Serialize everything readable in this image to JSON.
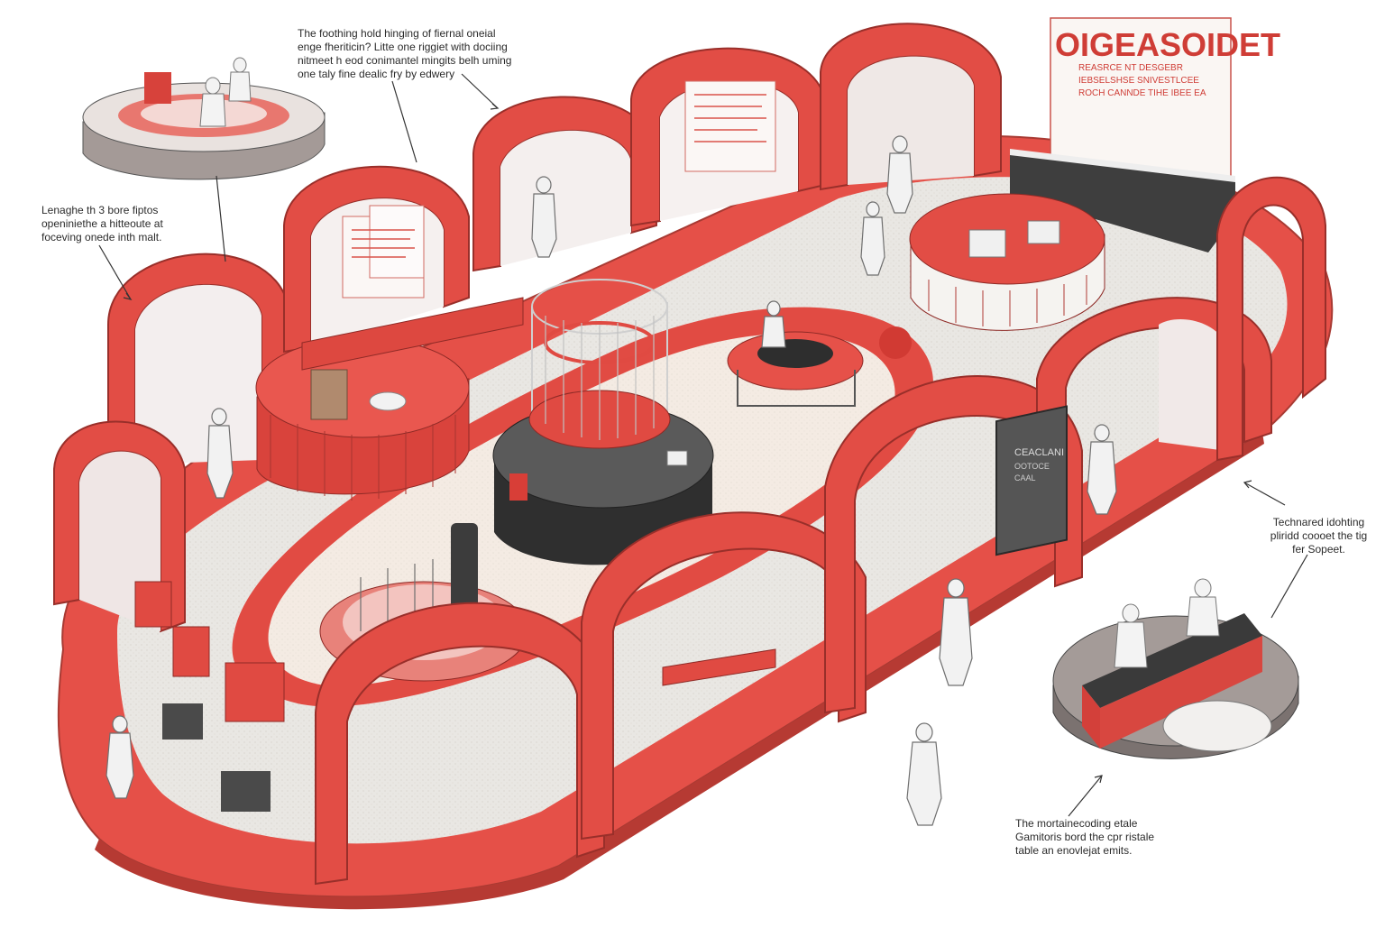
{
  "banner": {
    "title": "OIGEASOIDET",
    "lines": [
      "REASRCE  NT DESGEBR",
      "IEBSELSHSE  SNIVESTLCEE",
      "ROCH CANNDE  TIHE IBEE EA"
    ]
  },
  "annotations": {
    "top": "The foothing hold hinging of fiernal oneial\nenge fheriticin? Litte one riggiet with dociing\nnitmeet h eod conimantel mingits belh uming\none taly fine dealic fry by edwery",
    "left": "Lenaghe th 3 bore fiptos\nopeniniethe a hitteoute at\nfoceving onede inth malt.",
    "right": "Technared idohting\npliridd coooet the tig\nfer Sopeet.",
    "bottom": "The mortainecoding etale\nGamitoris bord the cpr ristale\ntable an enovlejat emits."
  },
  "booth_sign": "CEACLANI\nOOTOCE\nCAAL",
  "colors": {
    "accent_red": "#e04a42",
    "dark_red": "#b8302b",
    "floor_light": "#ecebe7",
    "floor_cream": "#f3e9e1",
    "dark_grey": "#4a4a4a",
    "figure": "#f2f2f2"
  }
}
